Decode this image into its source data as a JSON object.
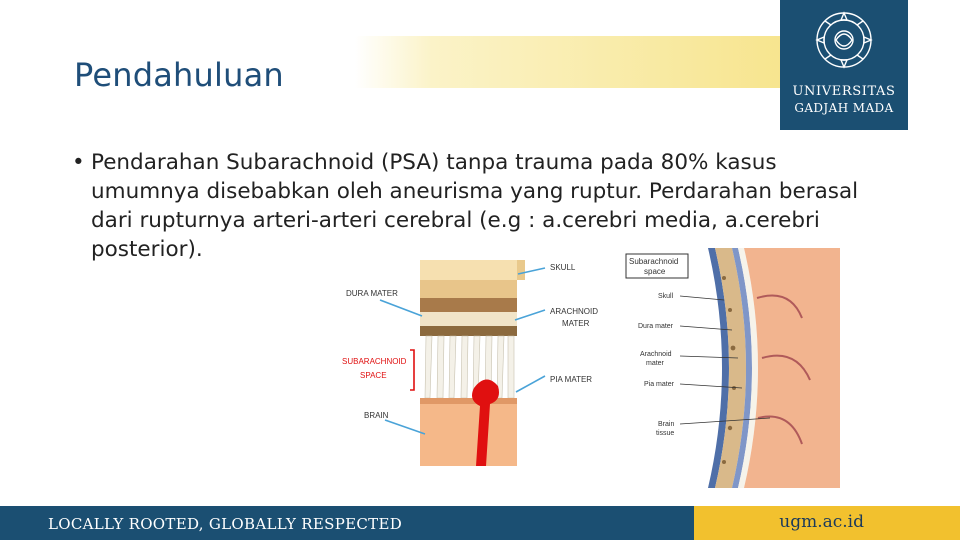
{
  "header": {
    "title": "Pendahuluan"
  },
  "logo": {
    "icon": "ugm-seal-icon",
    "line1": "UNIVERSITAS",
    "line2": "GADJAH MADA"
  },
  "content": {
    "bullet": "•",
    "paragraph": "Pendarahan Subarachnoid (PSA) tanpa  trauma pada 80% kasus umumnya disebabkan oleh aneurisma yang ruptur. Perdarahan berasal dari rupturnya arteri-arteri cerebral (e.g : a.cerebri media, a.cerebri posterior)."
  },
  "diagram_left": {
    "labels": {
      "skull": "SKULL",
      "dura": "DURA MATER",
      "arachnoid_1": "ARACHNOID",
      "arachnoid_2": "MATER",
      "subarachnoid_1": "SUBARACHNOID",
      "subarachnoid_2": "SPACE",
      "pia": "PIA MATER",
      "brain": "BRAIN"
    }
  },
  "diagram_right": {
    "labels": {
      "subarachnoid_1": "Subarachnoid",
      "subarachnoid_2": "space",
      "skull": "Skull",
      "dura": "Dura mater",
      "arachnoid_1": "Arachnoid",
      "arachnoid_2": "mater",
      "pia": "Pia mater",
      "brain_1": "Brain",
      "brain_2": "tissue"
    }
  },
  "footer": {
    "slogan": "LOCALLY ROOTED, GLOBALLY RESPECTED",
    "url": "ugm.ac.id"
  },
  "colors": {
    "navy": "#1b4f72",
    "gold": "#f2c12e",
    "title_blue": "#1f4e79",
    "blood_red": "#e01010"
  }
}
